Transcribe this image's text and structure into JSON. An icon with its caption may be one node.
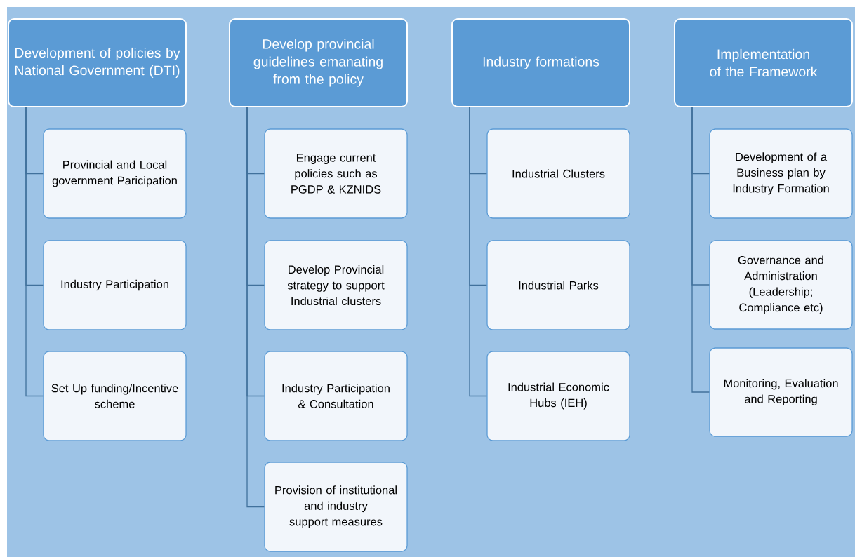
{
  "diagram": {
    "nodes": [
      {
        "text": [
          "Development of policies by National Government (DTI)"
        ]
      },
      {
        "text": [
          "Provincial and Local government Paricipation"
        ]
      },
      {
        "text": [
          "Industry Participation"
        ]
      },
      {
        "text": [
          "Set Up funding/Incentive scheme"
        ]
      },
      {
        "text": [
          "Develop provincial guidelines emanating from the policy"
        ]
      },
      {
        "text": [
          "Engage current policies such as PGDP & KZNIDS"
        ]
      },
      {
        "text": [
          "Develop Provincial strategy to support Industrial clusters"
        ]
      },
      {
        "text": [
          "Industry Participation & Consultation"
        ]
      },
      {
        "text": [
          "Provision of institutional and industry support measures"
        ]
      },
      {
        "text": [
          "Industry formations"
        ]
      },
      {
        "text": [
          "Industrial Clusters"
        ]
      },
      {
        "text": [
          "Industrial Parks"
        ]
      },
      {
        "text": [
          "Industrial Economic Hubs (IEH)"
        ]
      },
      {
        "text": [
          "Implementation of the Framework"
        ]
      },
      {
        "text": [
          "Development of a Business plan by Industry Formation"
        ]
      },
      {
        "text": [
          "Governance and Administration (Leadership; Compliance etc)"
        ]
      },
      {
        "text": [
          "Monitoring, Evaluation and Reporting"
        ]
      }
    ],
    "edges": [
      {
        "from": 0,
        "to": 1,
        "arrow": "none"
      },
      {
        "from": 0,
        "to": 2,
        "arrow": "none"
      },
      {
        "from": 0,
        "to": 3,
        "arrow": "none"
      },
      {
        "from": 4,
        "to": 5,
        "arrow": "none"
      },
      {
        "from": 4,
        "to": 6,
        "arrow": "none"
      },
      {
        "from": 4,
        "to": 7,
        "arrow": "none"
      },
      {
        "from": 4,
        "to": 8,
        "arrow": "none"
      },
      {
        "from": 9,
        "to": 10,
        "arrow": "none"
      },
      {
        "from": 9,
        "to": 11,
        "arrow": "none"
      },
      {
        "from": 9,
        "to": 12,
        "arrow": "none"
      },
      {
        "from": 13,
        "to": 14,
        "arrow": "none"
      },
      {
        "from": 13,
        "to": 15,
        "arrow": "none"
      },
      {
        "from": 13,
        "to": 16,
        "arrow": "none"
      }
    ]
  }
}
